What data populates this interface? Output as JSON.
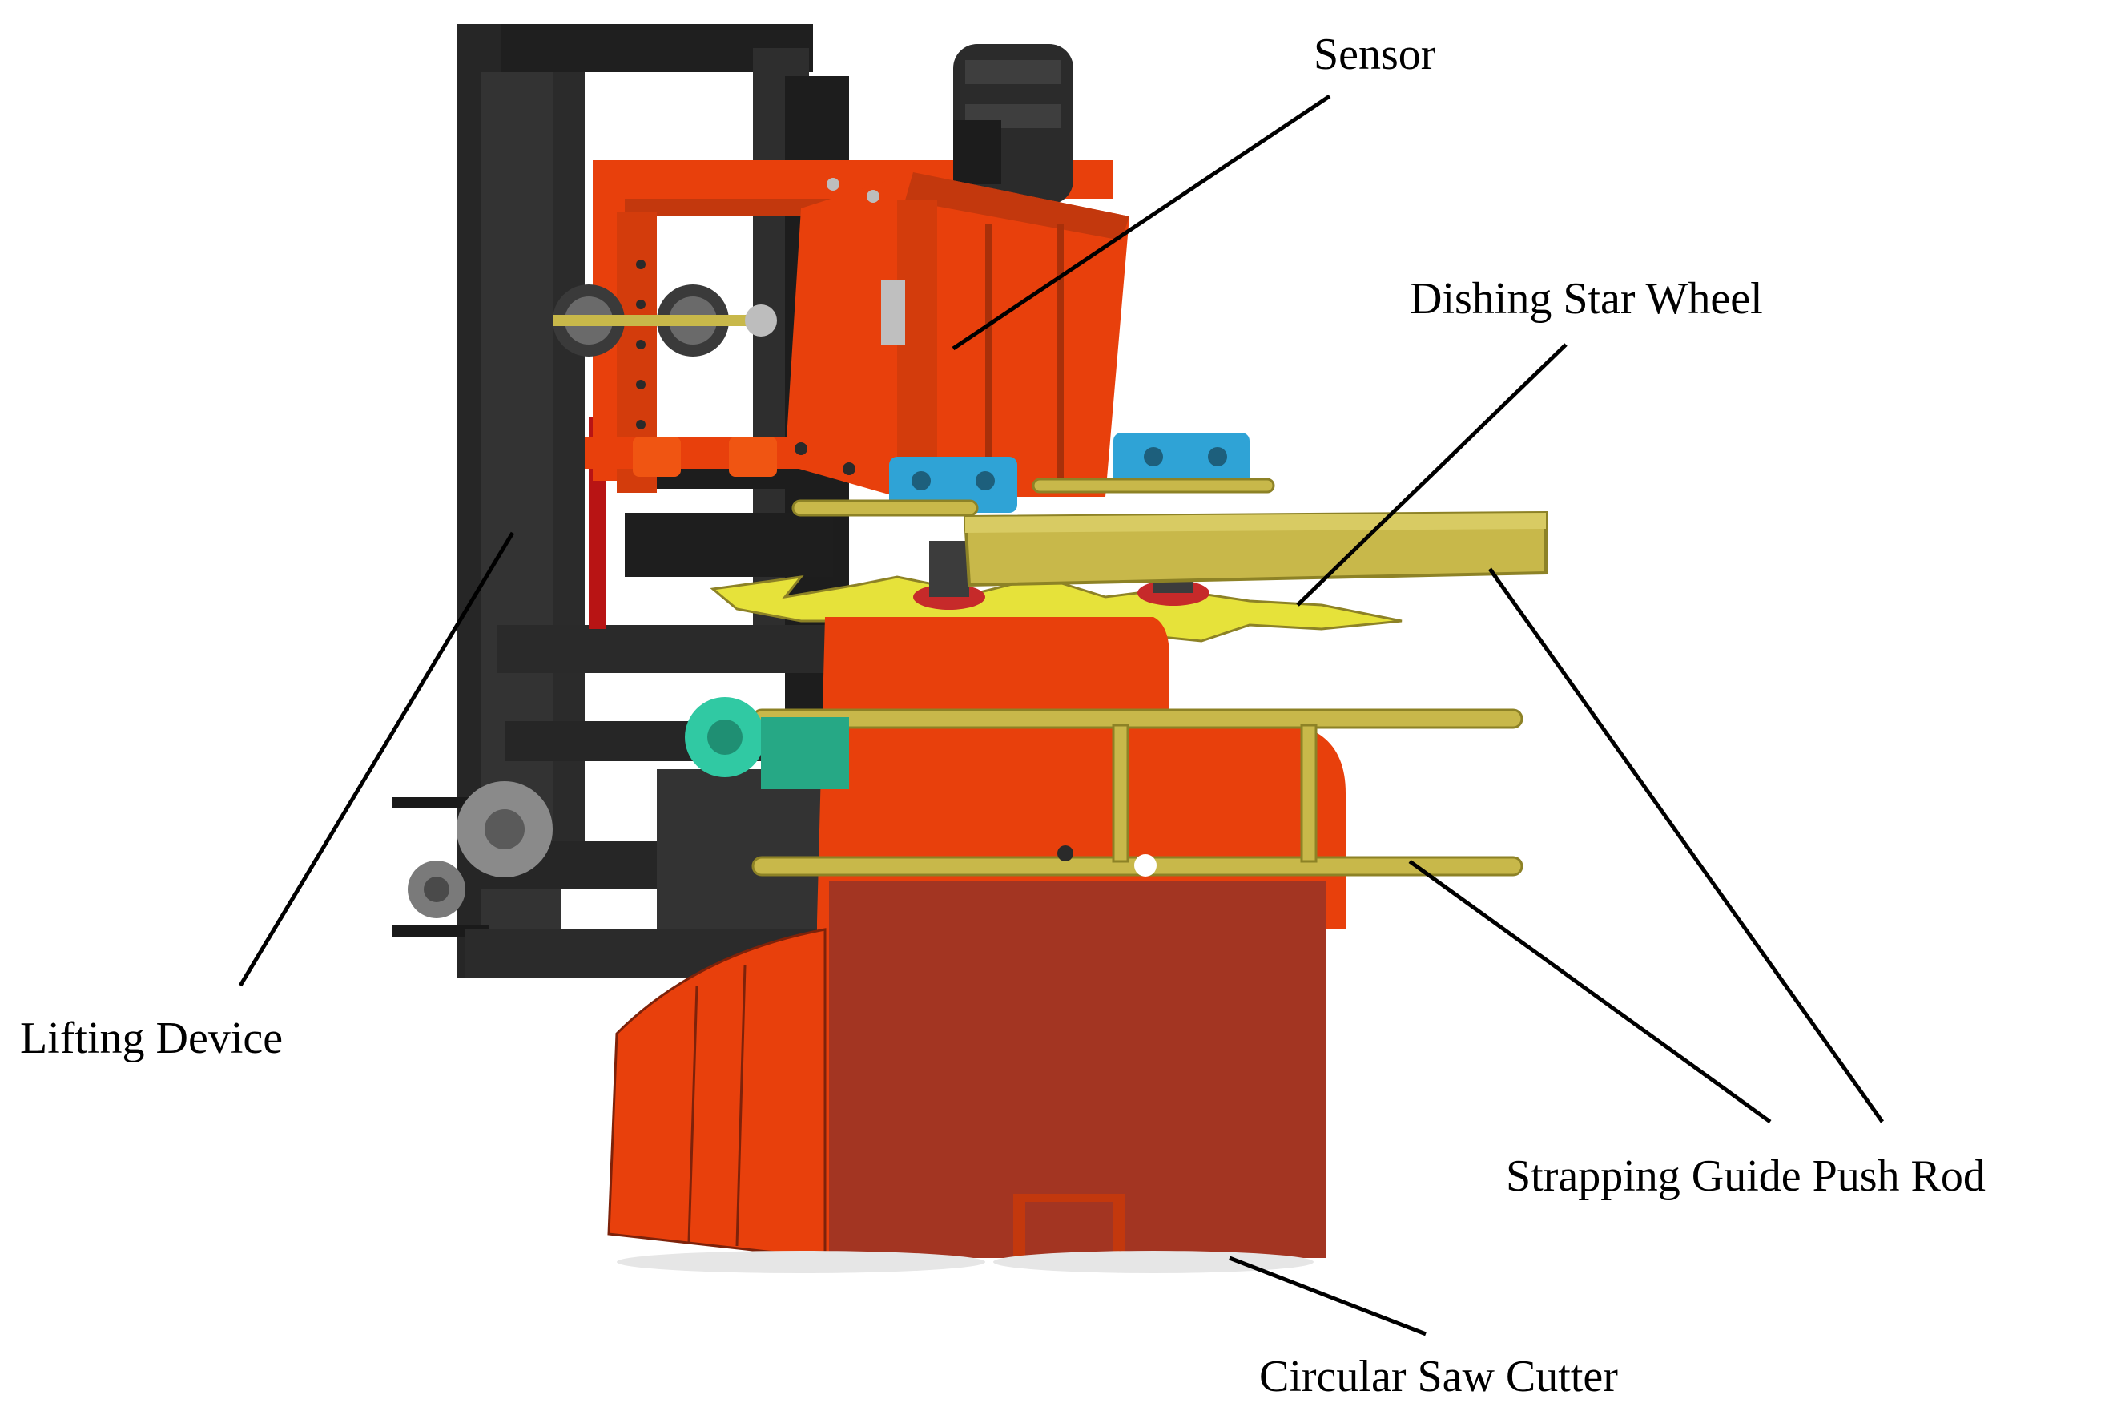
{
  "labels": {
    "sensor": "Sensor",
    "dishing_star_wheel": "Dishing Star Wheel",
    "lifting_device": "Lifting Device",
    "strapping_guide_push_rod": "Strapping Guide Push Rod",
    "circular_saw_cutter": "Circular Saw Cutter"
  },
  "colors": {
    "frame_black": "#2a2a2a",
    "frame_dark": "#1a1a1a",
    "orange_body": "#e8400c",
    "orange_dark": "#b8340f",
    "saw_housing": "#a33522",
    "rod_yellow": "#c8b84a",
    "rod_dark": "#8d8226",
    "star_wheel": "#e6e23a",
    "bracket_blue": "#2fa3d6",
    "pulley_teal": "#30c9a3",
    "pulley_grey": "#8a8a8a",
    "leader_line": "#000000"
  }
}
